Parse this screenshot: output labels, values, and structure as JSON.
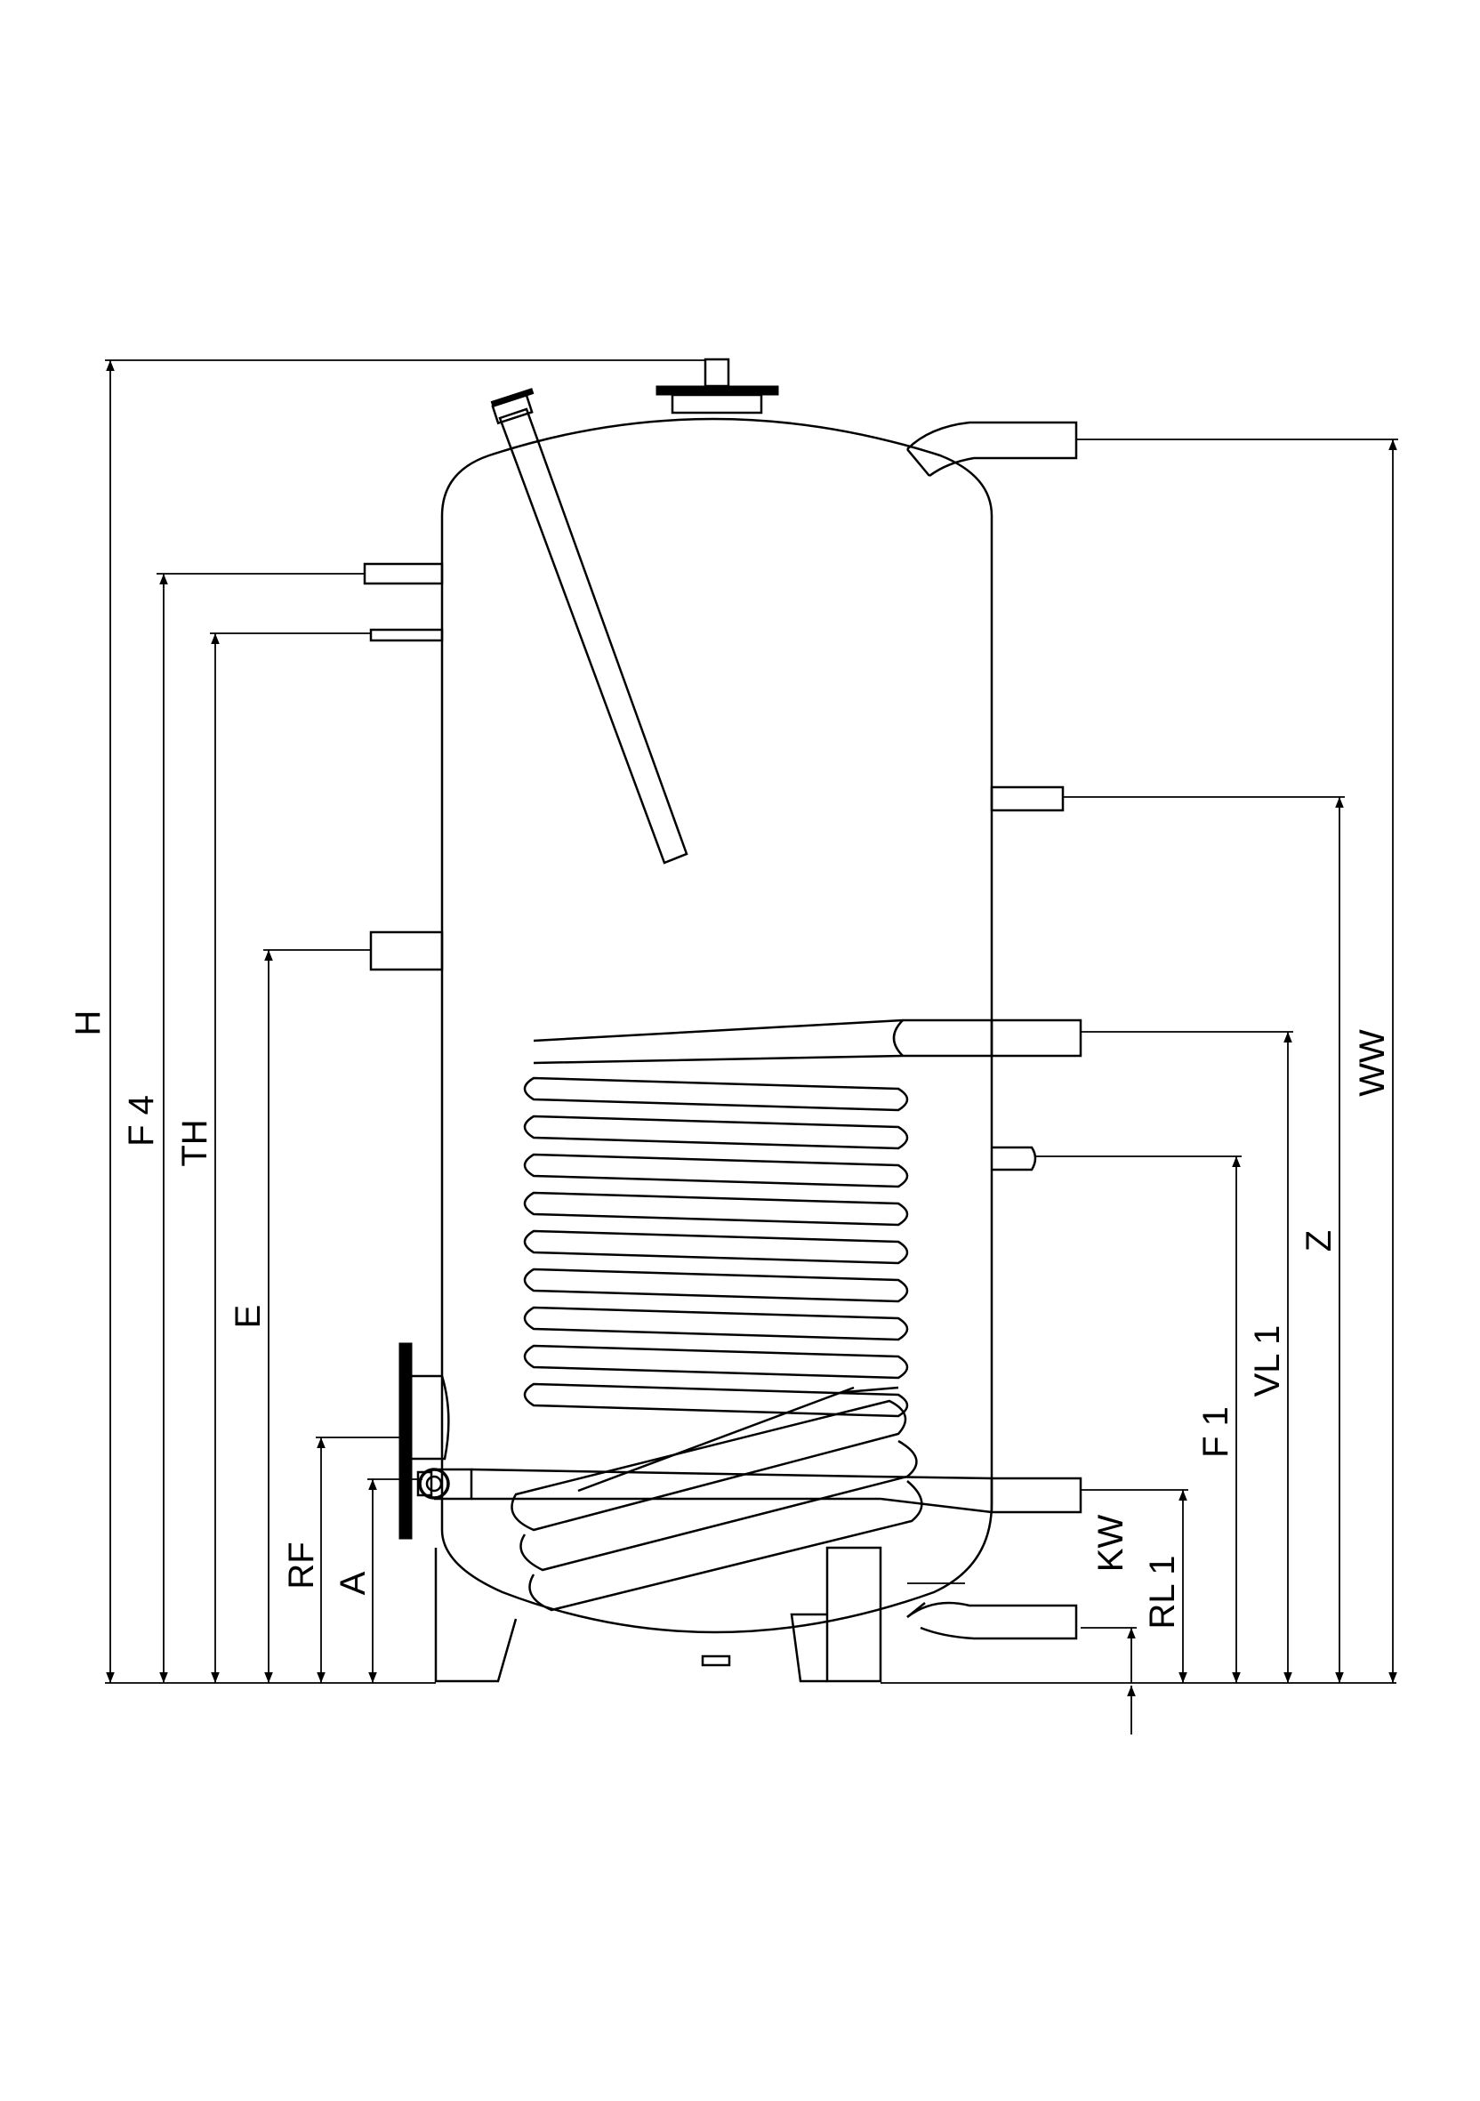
{
  "labels": {
    "H": "H",
    "F4": "F 4",
    "TH": "TH",
    "E": "E",
    "RF": "RF",
    "A": "A",
    "KW": "KW",
    "RL1": "RL 1",
    "F1": "F 1",
    "VL1": "VL 1",
    "Z": "Z",
    "WW": "WW"
  },
  "colors": {
    "line": "#000000",
    "background": "#ffffff"
  }
}
